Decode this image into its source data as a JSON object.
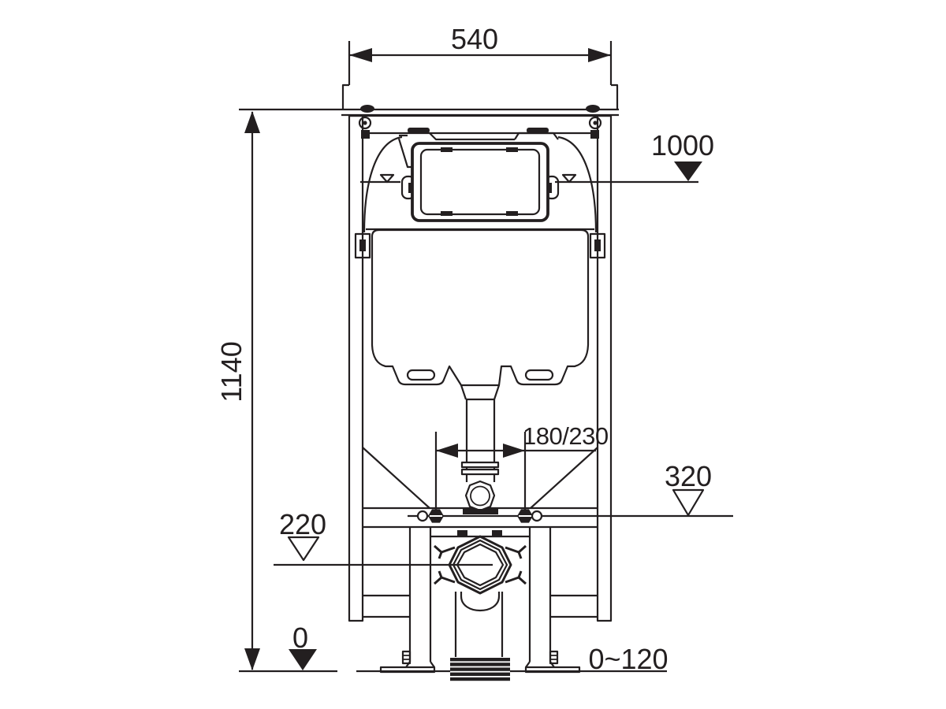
{
  "page": {
    "background": "#ffffff"
  },
  "diagram": {
    "type": "technical-installation-drawing",
    "subject": "concealed-cistern-frame-front-view",
    "line_color": "#231f20",
    "labels": {
      "top_width": "540",
      "overall_height": "1140",
      "cistern_level": "1000",
      "fixing_spacing": "180/230",
      "outlet_level": "320",
      "drain_level": "220",
      "floor_level": "0",
      "foot_adjust_range": "0~120"
    }
  }
}
